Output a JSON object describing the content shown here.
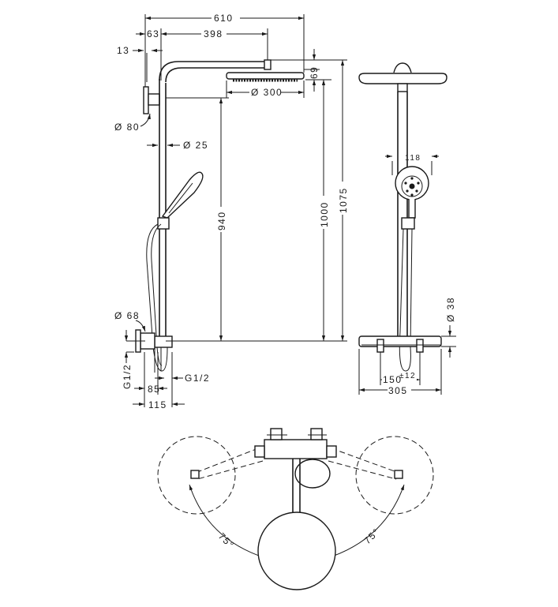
{
  "side_view": {
    "dim_total_width": "610",
    "dim_wall_offset": "63",
    "dim_arm_reach": "398",
    "dim_plate": "13",
    "dim_head_height": "69",
    "dim_head_diameter": "Ø 300",
    "dim_bracket_diameter": "Ø 80",
    "dim_pipe_diameter": "Ø 25",
    "dim_height_940": "940",
    "dim_height_1000": "1000",
    "dim_height_1075": "1075",
    "dim_escutcheon": "Ø 68",
    "dim_thread_left": "G1/2",
    "dim_thread_right": "G1/2",
    "dim_85": "85",
    "dim_115": "115"
  },
  "front_view": {
    "dim_hand_shower": "118",
    "dim_mixer_diameter": "Ø 38",
    "dim_centers": "150",
    "dim_tolerance": "±12",
    "dim_width": "305"
  },
  "top_view": {
    "angle_left": "75°",
    "angle_right": "75°"
  }
}
